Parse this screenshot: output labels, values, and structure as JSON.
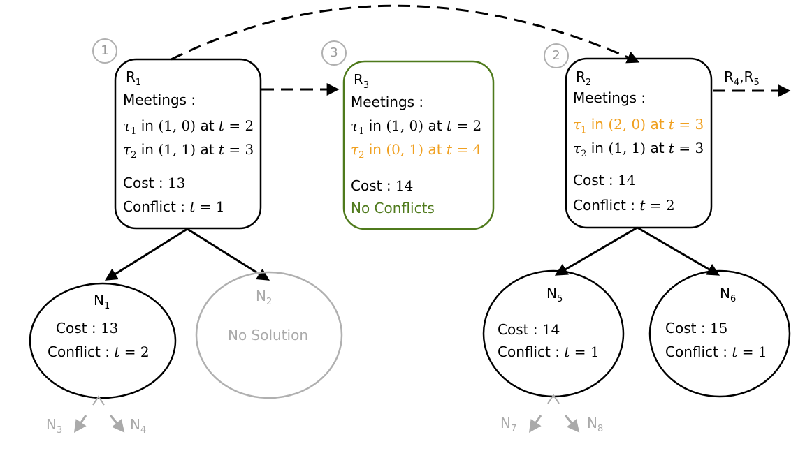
{
  "colors": {
    "stroke": "#000000",
    "highlight": "#f0a020",
    "solution": "#4f7a1c",
    "pruned": "#aaaaaa",
    "step_badge": "#b0b0b0"
  },
  "steps": [
    "1",
    "3",
    "2"
  ],
  "nodes": {
    "r1": {
      "name": "R",
      "sub": "1",
      "meetings_label": "Meetings :",
      "cost_label": "Cost :",
      "cost": "13",
      "conflict_label": "Conflict :",
      "conflict_t": "t",
      "conflict_eq": "= 1",
      "meetings": [
        {
          "tau": "τ",
          "idx": "1",
          "in": "in",
          "coord": "(1, 0)",
          "at": "at",
          "t": "t",
          "eq": "= 2"
        },
        {
          "tau": "τ",
          "idx": "2",
          "in": "in",
          "coord": "(1, 1)",
          "at": "at",
          "t": "t",
          "eq": "= 3"
        }
      ]
    },
    "r3": {
      "name": "R",
      "sub": "3",
      "meetings_label": "Meetings :",
      "cost_label": "Cost :",
      "cost": "14",
      "status": "No Conflicts",
      "meetings": [
        {
          "tau": "τ",
          "idx": "1",
          "in": "in",
          "coord": "(1, 0)",
          "at": "at",
          "t": "t",
          "eq": "= 2"
        },
        {
          "tau": "τ",
          "idx": "2",
          "in": "in",
          "coord": "(0, 1)",
          "at": "at",
          "t": "t",
          "eq": "= 4"
        }
      ]
    },
    "r2": {
      "name": "R",
      "sub": "2",
      "meetings_label": "Meetings :",
      "cost_label": "Cost :",
      "cost": "14",
      "conflict_label": "Conflict :",
      "conflict_t": "t",
      "conflict_eq": "= 2",
      "meetings": [
        {
          "tau": "τ",
          "idx": "1",
          "in": "in",
          "coord": "(2, 0)",
          "at": "at",
          "t": "t",
          "eq": "= 3"
        },
        {
          "tau": "τ",
          "idx": "2",
          "in": "in",
          "coord": "(1, 1)",
          "at": "at",
          "t": "t",
          "eq": "= 3"
        }
      ]
    },
    "next": {
      "a": "R",
      "a_sub": "4",
      "sep": ",",
      "b": "R",
      "b_sub": "5"
    },
    "n1": {
      "name": "N",
      "sub": "1",
      "cost_label": "Cost :",
      "cost": "13",
      "conflict_label": "Conflict :",
      "conflict_t": "t",
      "conflict_eq": "= 2"
    },
    "n2": {
      "name": "N",
      "sub": "2",
      "status": "No Solution"
    },
    "n5": {
      "name": "N",
      "sub": "5",
      "cost_label": "Cost :",
      "cost": "14",
      "conflict_label": "Conflict :",
      "conflict_t": "t",
      "conflict_eq": "= 1"
    },
    "n6": {
      "name": "N",
      "sub": "6",
      "cost_label": "Cost :",
      "cost": "15",
      "conflict_label": "Conflict :",
      "conflict_t": "t",
      "conflict_eq": "= 1"
    },
    "n3": {
      "name": "N",
      "sub": "3"
    },
    "n4": {
      "name": "N",
      "sub": "4"
    },
    "n7": {
      "name": "N",
      "sub": "7"
    },
    "n8": {
      "name": "N",
      "sub": "8"
    }
  }
}
